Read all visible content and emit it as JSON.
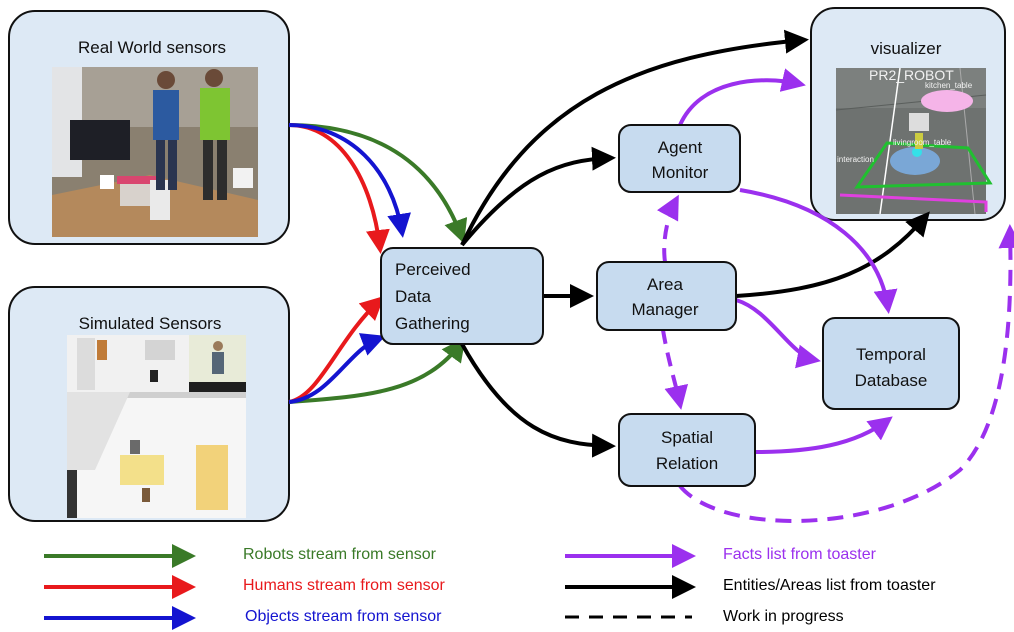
{
  "panels": {
    "real_world": "Real World sensors",
    "simulated": "Simulated Sensors",
    "visualizer": "visualizer"
  },
  "nodes": {
    "perceived": [
      "Perceived",
      "Data",
      "Gathering"
    ],
    "agent_monitor": [
      "Agent",
      "Monitor"
    ],
    "area_manager": [
      "Area",
      "Manager"
    ],
    "spatial_relation": [
      "Spatial",
      "Relation"
    ],
    "temporal_database": [
      "Temporal",
      "Database"
    ]
  },
  "visualizer_text": {
    "robot": "PR2_ROBOT",
    "kitchen": "kitchen_table",
    "livingroom": "livingroom_table",
    "interaction": "interaction"
  },
  "legend": {
    "robots": "Robots stream from sensor",
    "humans": "Humans stream from sensor",
    "objects": "Objects stream from sensor",
    "facts": "Facts list from toaster",
    "entities": "Entities/Areas list from toaster",
    "wip": "Work in progress"
  },
  "colors": {
    "green": "#3a7a28",
    "red": "#e8191c",
    "blue": "#1414d0",
    "purple": "#9b30ee",
    "black": "#000000",
    "node_fill": "#c7dbef",
    "panel_fill": "#dde9f5"
  }
}
